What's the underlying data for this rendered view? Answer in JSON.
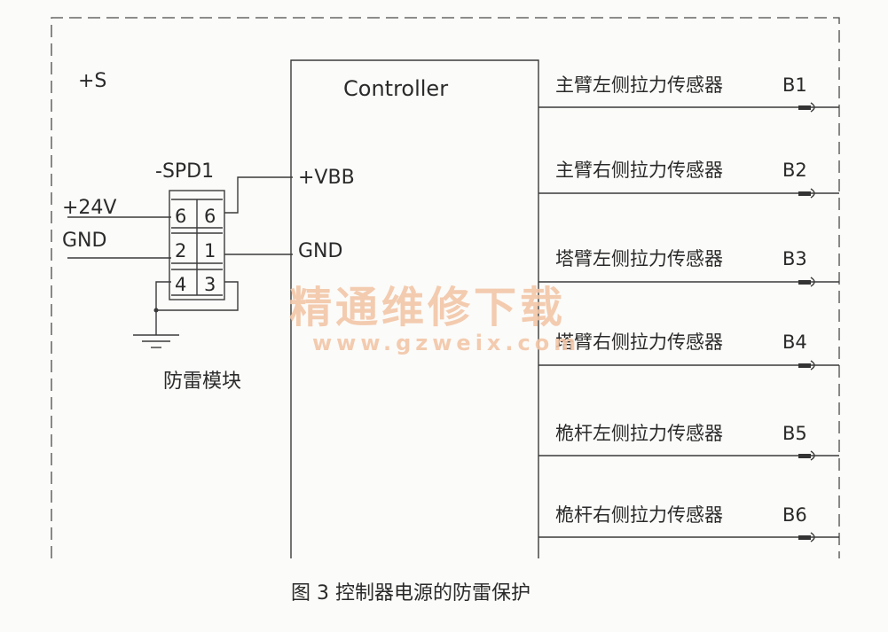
{
  "labels": {
    "supply_section": "+S",
    "controller": "Controller",
    "spd": "-SPD1",
    "v24": "+24V",
    "gnd_in": "GND",
    "vbb": "+VBB",
    "gnd_ctrl": "GND",
    "module": "防雷模块",
    "caption": "图 3   控制器电源的防雷保护"
  },
  "spd_terminals": [
    [
      "6",
      "6"
    ],
    [
      "2",
      "1"
    ],
    [
      "4",
      "3"
    ]
  ],
  "sensors": [
    {
      "name": "主臂左侧拉力传感器",
      "tag": "B1"
    },
    {
      "name": "主臂右侧拉力传感器",
      "tag": "B2"
    },
    {
      "name": "塔臂左侧拉力传感器",
      "tag": "B3"
    },
    {
      "name": "塔臂右侧拉力传感器",
      "tag": "B4"
    },
    {
      "name": "桅杆左侧拉力传感器",
      "tag": "B5"
    },
    {
      "name": "桅杆右侧拉力传感器",
      "tag": "B6"
    }
  ],
  "watermark": {
    "title": "精通维修下载",
    "url": "www.gzweix.com"
  }
}
